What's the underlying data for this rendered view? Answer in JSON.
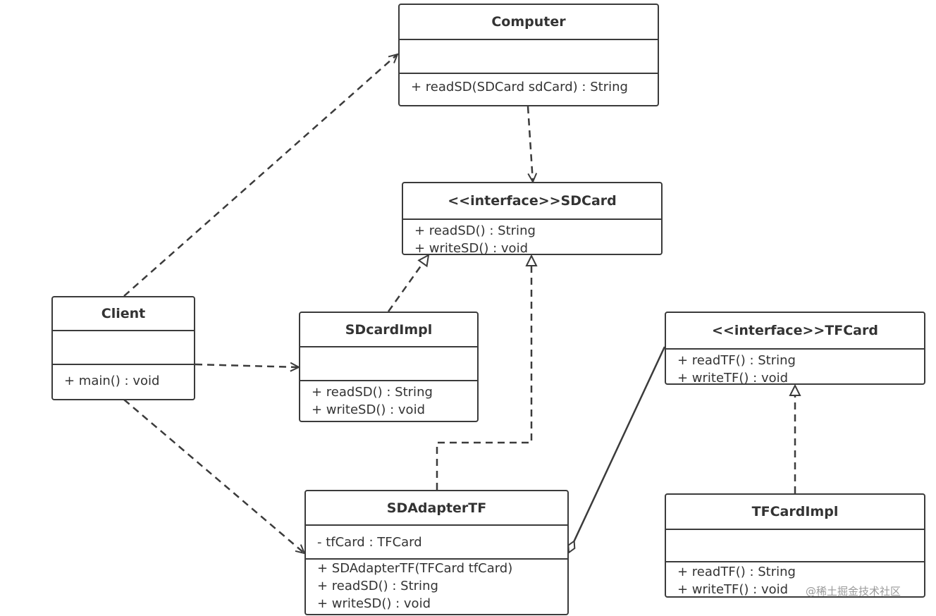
{
  "classes": {
    "computer": {
      "name": "Computer",
      "attributes": [],
      "methods": [
        "+ readSD(SDCard sdCard) : String"
      ]
    },
    "sdcard": {
      "name": "<<interface>>SDCard",
      "methods": [
        "+ readSD() : String",
        "+ writeSD() : void"
      ]
    },
    "client": {
      "name": "Client",
      "attributes": [],
      "methods": [
        "+ main() : void"
      ]
    },
    "sdcardimpl": {
      "name": "SDcardImpl",
      "attributes": [],
      "methods": [
        "+ readSD() : String",
        "+ writeSD() : void"
      ]
    },
    "tfcard": {
      "name": "<<interface>>TFCard",
      "methods": [
        "+ readTF() : String",
        "+ writeTF() : void"
      ]
    },
    "sdadaptertf": {
      "name": "SDAdapterTF",
      "attributes": [
        "- tfCard : TFCard"
      ],
      "methods": [
        "+ SDAdapterTF(TFCard tfCard)",
        "+ readSD() : String",
        "+ writeSD() : void"
      ]
    },
    "tfcardimpl": {
      "name": "TFCardImpl",
      "attributes": [],
      "methods": [
        "+ readTF() : String",
        "+ writeTF() : void"
      ]
    }
  },
  "relationships": [
    {
      "from": "client",
      "to": "computer",
      "type": "dependency"
    },
    {
      "from": "client",
      "to": "sdcardimpl",
      "type": "dependency"
    },
    {
      "from": "client",
      "to": "sdadaptertf",
      "type": "dependency"
    },
    {
      "from": "computer",
      "to": "sdcard",
      "type": "dependency"
    },
    {
      "from": "sdcardimpl",
      "to": "sdcard",
      "type": "realization"
    },
    {
      "from": "sdadaptertf",
      "to": "sdcard",
      "type": "realization"
    },
    {
      "from": "tfcardimpl",
      "to": "tfcard",
      "type": "realization"
    },
    {
      "from": "sdadaptertf",
      "to": "tfcard",
      "type": "aggregation"
    }
  ],
  "watermark": "@稀土掘金技术社区",
  "colors": {
    "line": "#3b3b3b",
    "text": "#333333",
    "watermark": "#9a9a9a"
  }
}
